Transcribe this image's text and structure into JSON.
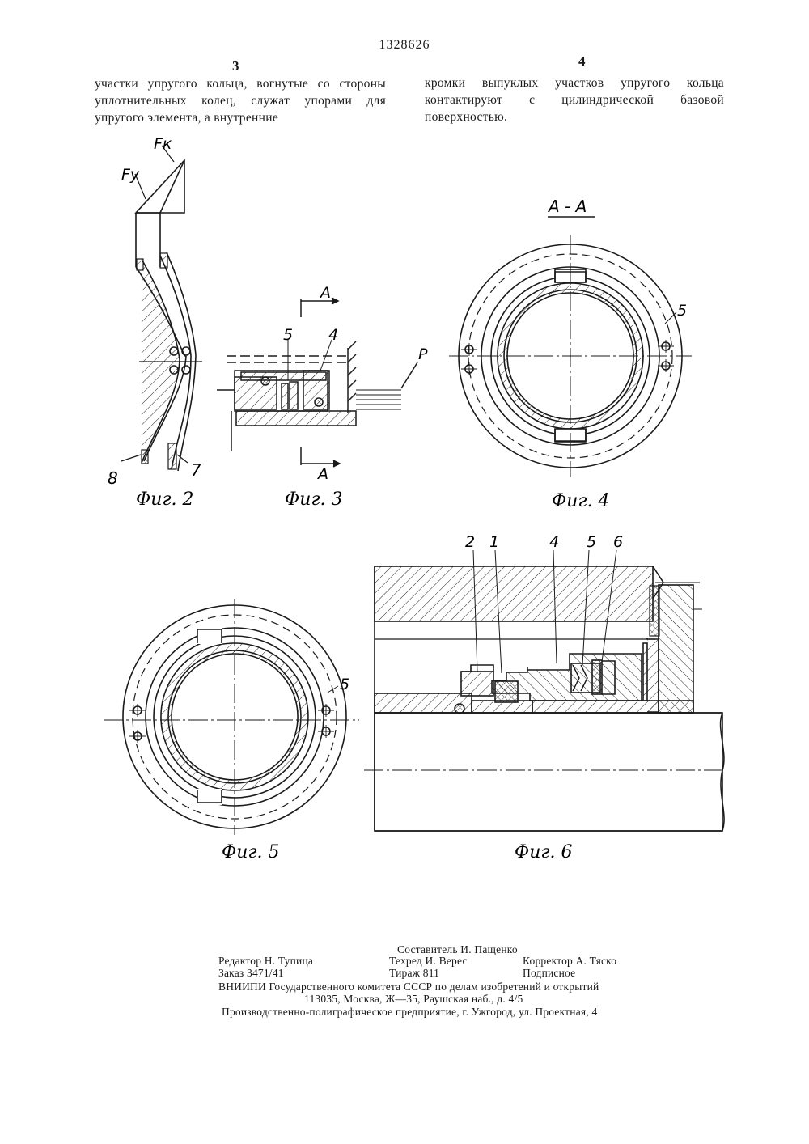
{
  "header": {
    "document_number": "1328626",
    "left_column_number": "3",
    "right_column_number": "4"
  },
  "text": {
    "left_column": "участки упругого кольца, вогнутые со стороны уплотнительных колец, служат упорами для упругого элемента, а внутренние",
    "right_column": "кромки выпуклых участков упругого кольца контактируют с цилиндрической базовой поверхностью."
  },
  "figures": {
    "fig2": {
      "caption": "Фиг. 2",
      "labels": [
        "Fк",
        "Fу",
        "8",
        "7"
      ]
    },
    "fig3": {
      "caption": "Фиг. 3",
      "labels": [
        "A",
        "5",
        "4",
        "P",
        "A"
      ]
    },
    "fig4": {
      "caption": "Фиг. 4",
      "section_title": "А - А",
      "labels": [
        "5"
      ]
    },
    "fig5": {
      "caption": "Фиг. 5",
      "labels": [
        "5"
      ]
    },
    "fig6": {
      "caption": "Фиг. 6",
      "labels": [
        "2",
        "1",
        "4",
        "5",
        "6"
      ]
    }
  },
  "colophon": {
    "compiler": "Составитель И. Пащенко",
    "editor": "Редактор Н. Тупица",
    "techred": "Техред И. Верес",
    "corrector": "Корректор А. Тяско",
    "order": "Заказ 3471/41",
    "circulation": "Тираж 811",
    "subscription": "Подписное",
    "org_line1": "ВНИИПИ Государственного комитета СССР по делам изобретений и открытий",
    "org_line2": "113035, Москва, Ж—35, Раушская наб., д. 4/5",
    "printer": "Производственно-полиграфическое предприятие, г. Ужгород, ул. Проектная, 4"
  }
}
